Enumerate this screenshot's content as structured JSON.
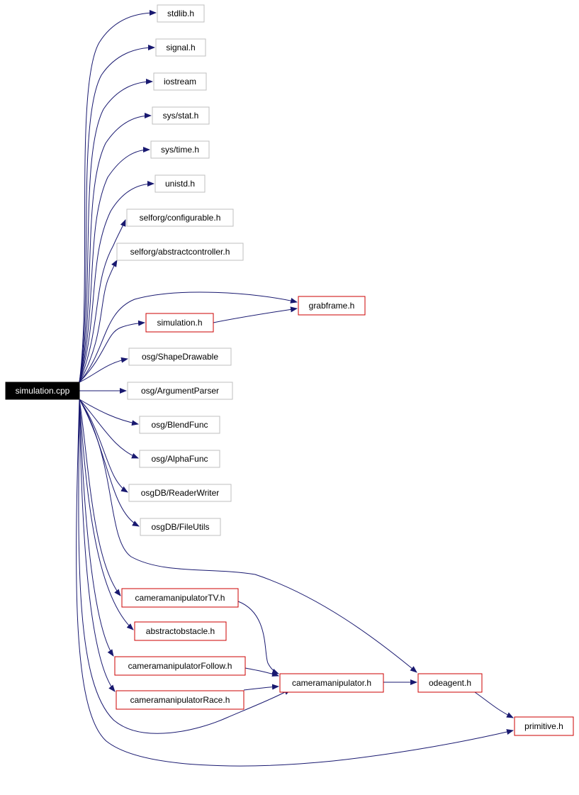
{
  "colors": {
    "edge": "#191970",
    "system_header_border": "#bfbfbf",
    "project_header_border": "#cc0000",
    "root_fill": "#000000",
    "root_text": "#ffffff",
    "node_text": "#000000"
  },
  "nodes": [
    {
      "id": "simulation_cpp",
      "label": "simulation.cpp",
      "kind": "root"
    },
    {
      "id": "stdlib_h",
      "label": "stdlib.h",
      "kind": "system"
    },
    {
      "id": "signal_h",
      "label": "signal.h",
      "kind": "system"
    },
    {
      "id": "iostream",
      "label": "iostream",
      "kind": "system"
    },
    {
      "id": "sys_stat_h",
      "label": "sys/stat.h",
      "kind": "system"
    },
    {
      "id": "sys_time_h",
      "label": "sys/time.h",
      "kind": "system"
    },
    {
      "id": "unistd_h",
      "label": "unistd.h",
      "kind": "system"
    },
    {
      "id": "selforg_configurable_h",
      "label": "selforg/configurable.h",
      "kind": "system"
    },
    {
      "id": "selforg_abstractcontroller_h",
      "label": "selforg/abstractcontroller.h",
      "kind": "system"
    },
    {
      "id": "grabframe_h",
      "label": "grabframe.h",
      "kind": "project"
    },
    {
      "id": "simulation_h",
      "label": "simulation.h",
      "kind": "project"
    },
    {
      "id": "osg_shapedrawable",
      "label": "osg/ShapeDrawable",
      "kind": "system"
    },
    {
      "id": "osg_argumentparser",
      "label": "osg/ArgumentParser",
      "kind": "system"
    },
    {
      "id": "osg_blendfunc",
      "label": "osg/BlendFunc",
      "kind": "system"
    },
    {
      "id": "osg_alphafunc",
      "label": "osg/AlphaFunc",
      "kind": "system"
    },
    {
      "id": "osgdb_readerwriter",
      "label": "osgDB/ReaderWriter",
      "kind": "system"
    },
    {
      "id": "osgdb_fileutils",
      "label": "osgDB/FileUtils",
      "kind": "system"
    },
    {
      "id": "cameramanipulatortv_h",
      "label": "cameramanipulatorTV.h",
      "kind": "project"
    },
    {
      "id": "abstractobstacle_h",
      "label": "abstractobstacle.h",
      "kind": "project"
    },
    {
      "id": "cameramanipulatorfollow_h",
      "label": "cameramanipulatorFollow.h",
      "kind": "project"
    },
    {
      "id": "cameramanipulatorrace_h",
      "label": "cameramanipulatorRace.h",
      "kind": "project"
    },
    {
      "id": "cameramanipulator_h",
      "label": "cameramanipulator.h",
      "kind": "project"
    },
    {
      "id": "odeagent_h",
      "label": "odeagent.h",
      "kind": "project"
    },
    {
      "id": "primitive_h",
      "label": "primitive.h",
      "kind": "project"
    }
  ],
  "edges": [
    {
      "from": "simulation_cpp",
      "to": "stdlib_h"
    },
    {
      "from": "simulation_cpp",
      "to": "signal_h"
    },
    {
      "from": "simulation_cpp",
      "to": "iostream"
    },
    {
      "from": "simulation_cpp",
      "to": "sys_stat_h"
    },
    {
      "from": "simulation_cpp",
      "to": "sys_time_h"
    },
    {
      "from": "simulation_cpp",
      "to": "unistd_h"
    },
    {
      "from": "simulation_cpp",
      "to": "selforg_configurable_h"
    },
    {
      "from": "simulation_cpp",
      "to": "selforg_abstractcontroller_h"
    },
    {
      "from": "simulation_cpp",
      "to": "grabframe_h"
    },
    {
      "from": "simulation_cpp",
      "to": "simulation_h"
    },
    {
      "from": "simulation_h",
      "to": "grabframe_h"
    },
    {
      "from": "simulation_cpp",
      "to": "osg_shapedrawable"
    },
    {
      "from": "simulation_cpp",
      "to": "osg_argumentparser"
    },
    {
      "from": "simulation_cpp",
      "to": "osg_blendfunc"
    },
    {
      "from": "simulation_cpp",
      "to": "osg_alphafunc"
    },
    {
      "from": "simulation_cpp",
      "to": "osgdb_readerwriter"
    },
    {
      "from": "simulation_cpp",
      "to": "osgdb_fileutils"
    },
    {
      "from": "simulation_cpp",
      "to": "odeagent_h"
    },
    {
      "from": "simulation_cpp",
      "to": "cameramanipulatortv_h"
    },
    {
      "from": "simulation_cpp",
      "to": "abstractobstacle_h"
    },
    {
      "from": "simulation_cpp",
      "to": "cameramanipulatorfollow_h"
    },
    {
      "from": "simulation_cpp",
      "to": "cameramanipulatorrace_h"
    },
    {
      "from": "simulation_cpp",
      "to": "cameramanipulator_h"
    },
    {
      "from": "simulation_cpp",
      "to": "primitive_h"
    },
    {
      "from": "cameramanipulatortv_h",
      "to": "cameramanipulator_h"
    },
    {
      "from": "cameramanipulatorfollow_h",
      "to": "cameramanipulator_h"
    },
    {
      "from": "cameramanipulatorrace_h",
      "to": "cameramanipulator_h"
    },
    {
      "from": "cameramanipulator_h",
      "to": "odeagent_h"
    },
    {
      "from": "odeagent_h",
      "to": "primitive_h"
    }
  ]
}
